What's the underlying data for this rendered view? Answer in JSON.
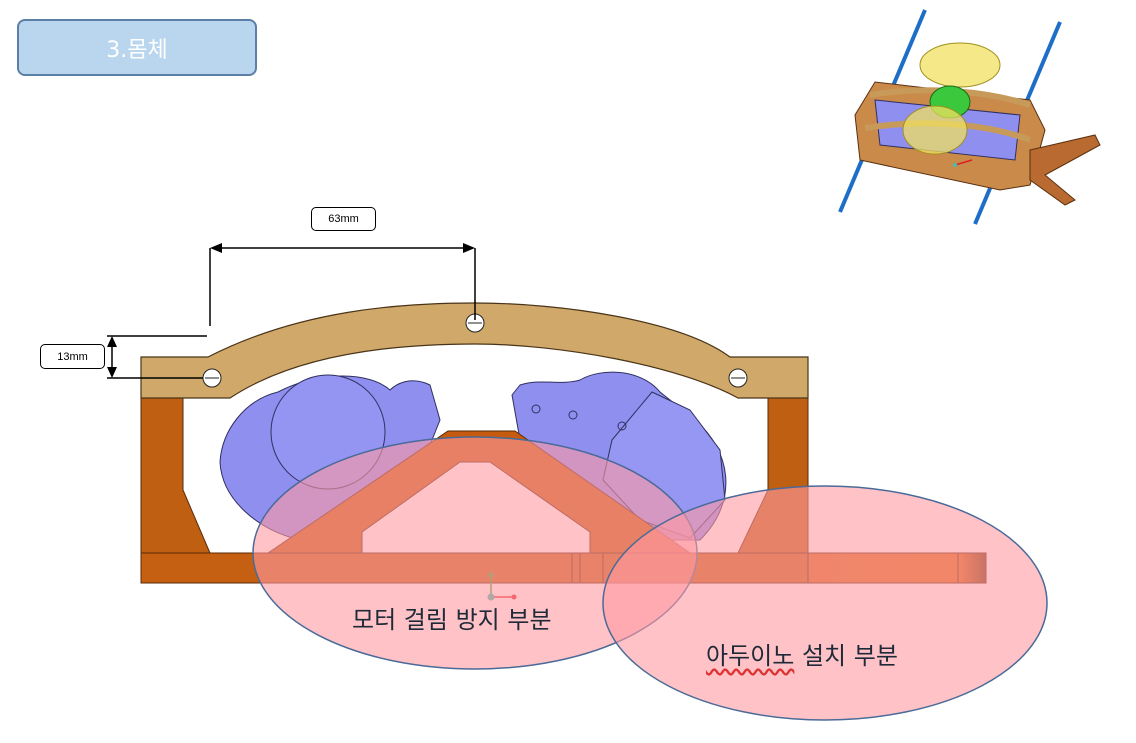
{
  "slide": {
    "title": "3.몸체"
  },
  "dimensions": {
    "width_label": "63mm",
    "height_label": "13mm"
  },
  "callouts": {
    "motor_zone": "모터 걸림 방지 부분",
    "arduino_zone_word": "아두이노",
    "arduino_zone_rest": " 설치 부분"
  },
  "colors": {
    "title_fill": "#b9d6ee",
    "arch": "#cda86b",
    "frame": "#c86414",
    "motor": "#8f8ff0",
    "callout_fill": "#ffb4b8",
    "callout_stroke": "#4a6a98"
  },
  "isometric_view": {
    "rods": "blue",
    "disk_colors": [
      "yellow",
      "green"
    ]
  }
}
